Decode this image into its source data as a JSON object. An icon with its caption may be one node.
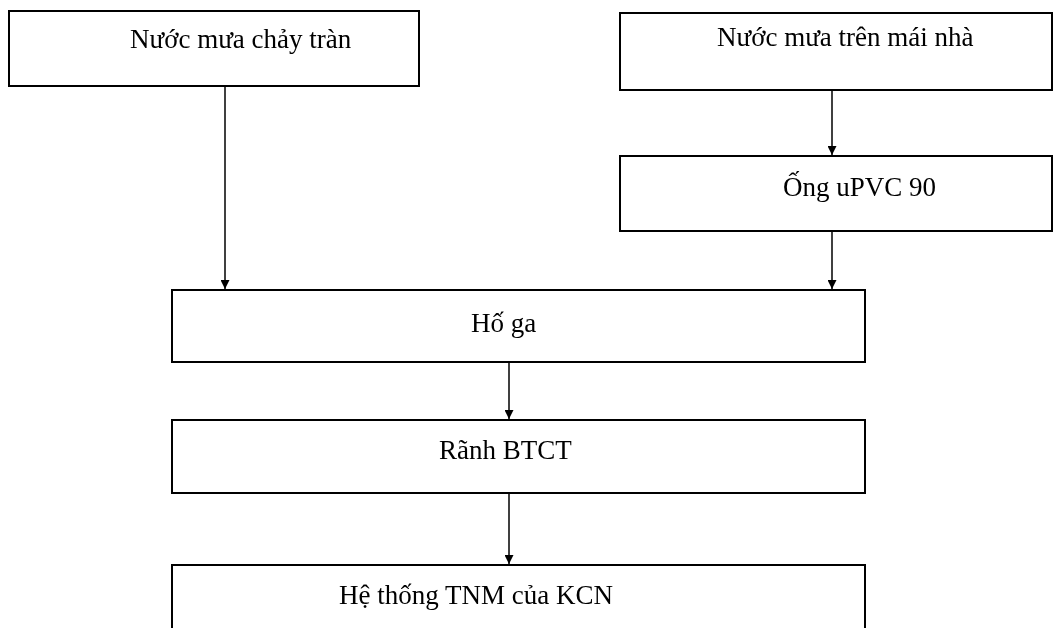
{
  "diagram": {
    "nodes": [
      {
        "text": [
          "Nước mưa chảy tràn"
        ]
      },
      {
        "text": [
          "Nước mưa trên mái nhà"
        ]
      },
      {
        "text": [
          "Ống uPVC 90"
        ]
      },
      {
        "text": [
          "Hố ga"
        ]
      },
      {
        "text": [
          "Rãnh BTCT"
        ]
      },
      {
        "text": [
          "Hệ thống TNM của KCN"
        ]
      }
    ],
    "edges": [
      {
        "from": 0,
        "to": 3,
        "arrow": "to"
      },
      {
        "from": 1,
        "to": 2,
        "arrow": "to"
      },
      {
        "from": 2,
        "to": 3,
        "arrow": "to"
      },
      {
        "from": 3,
        "to": 4,
        "arrow": "to"
      },
      {
        "from": 4,
        "to": 5,
        "arrow": "to"
      }
    ]
  }
}
